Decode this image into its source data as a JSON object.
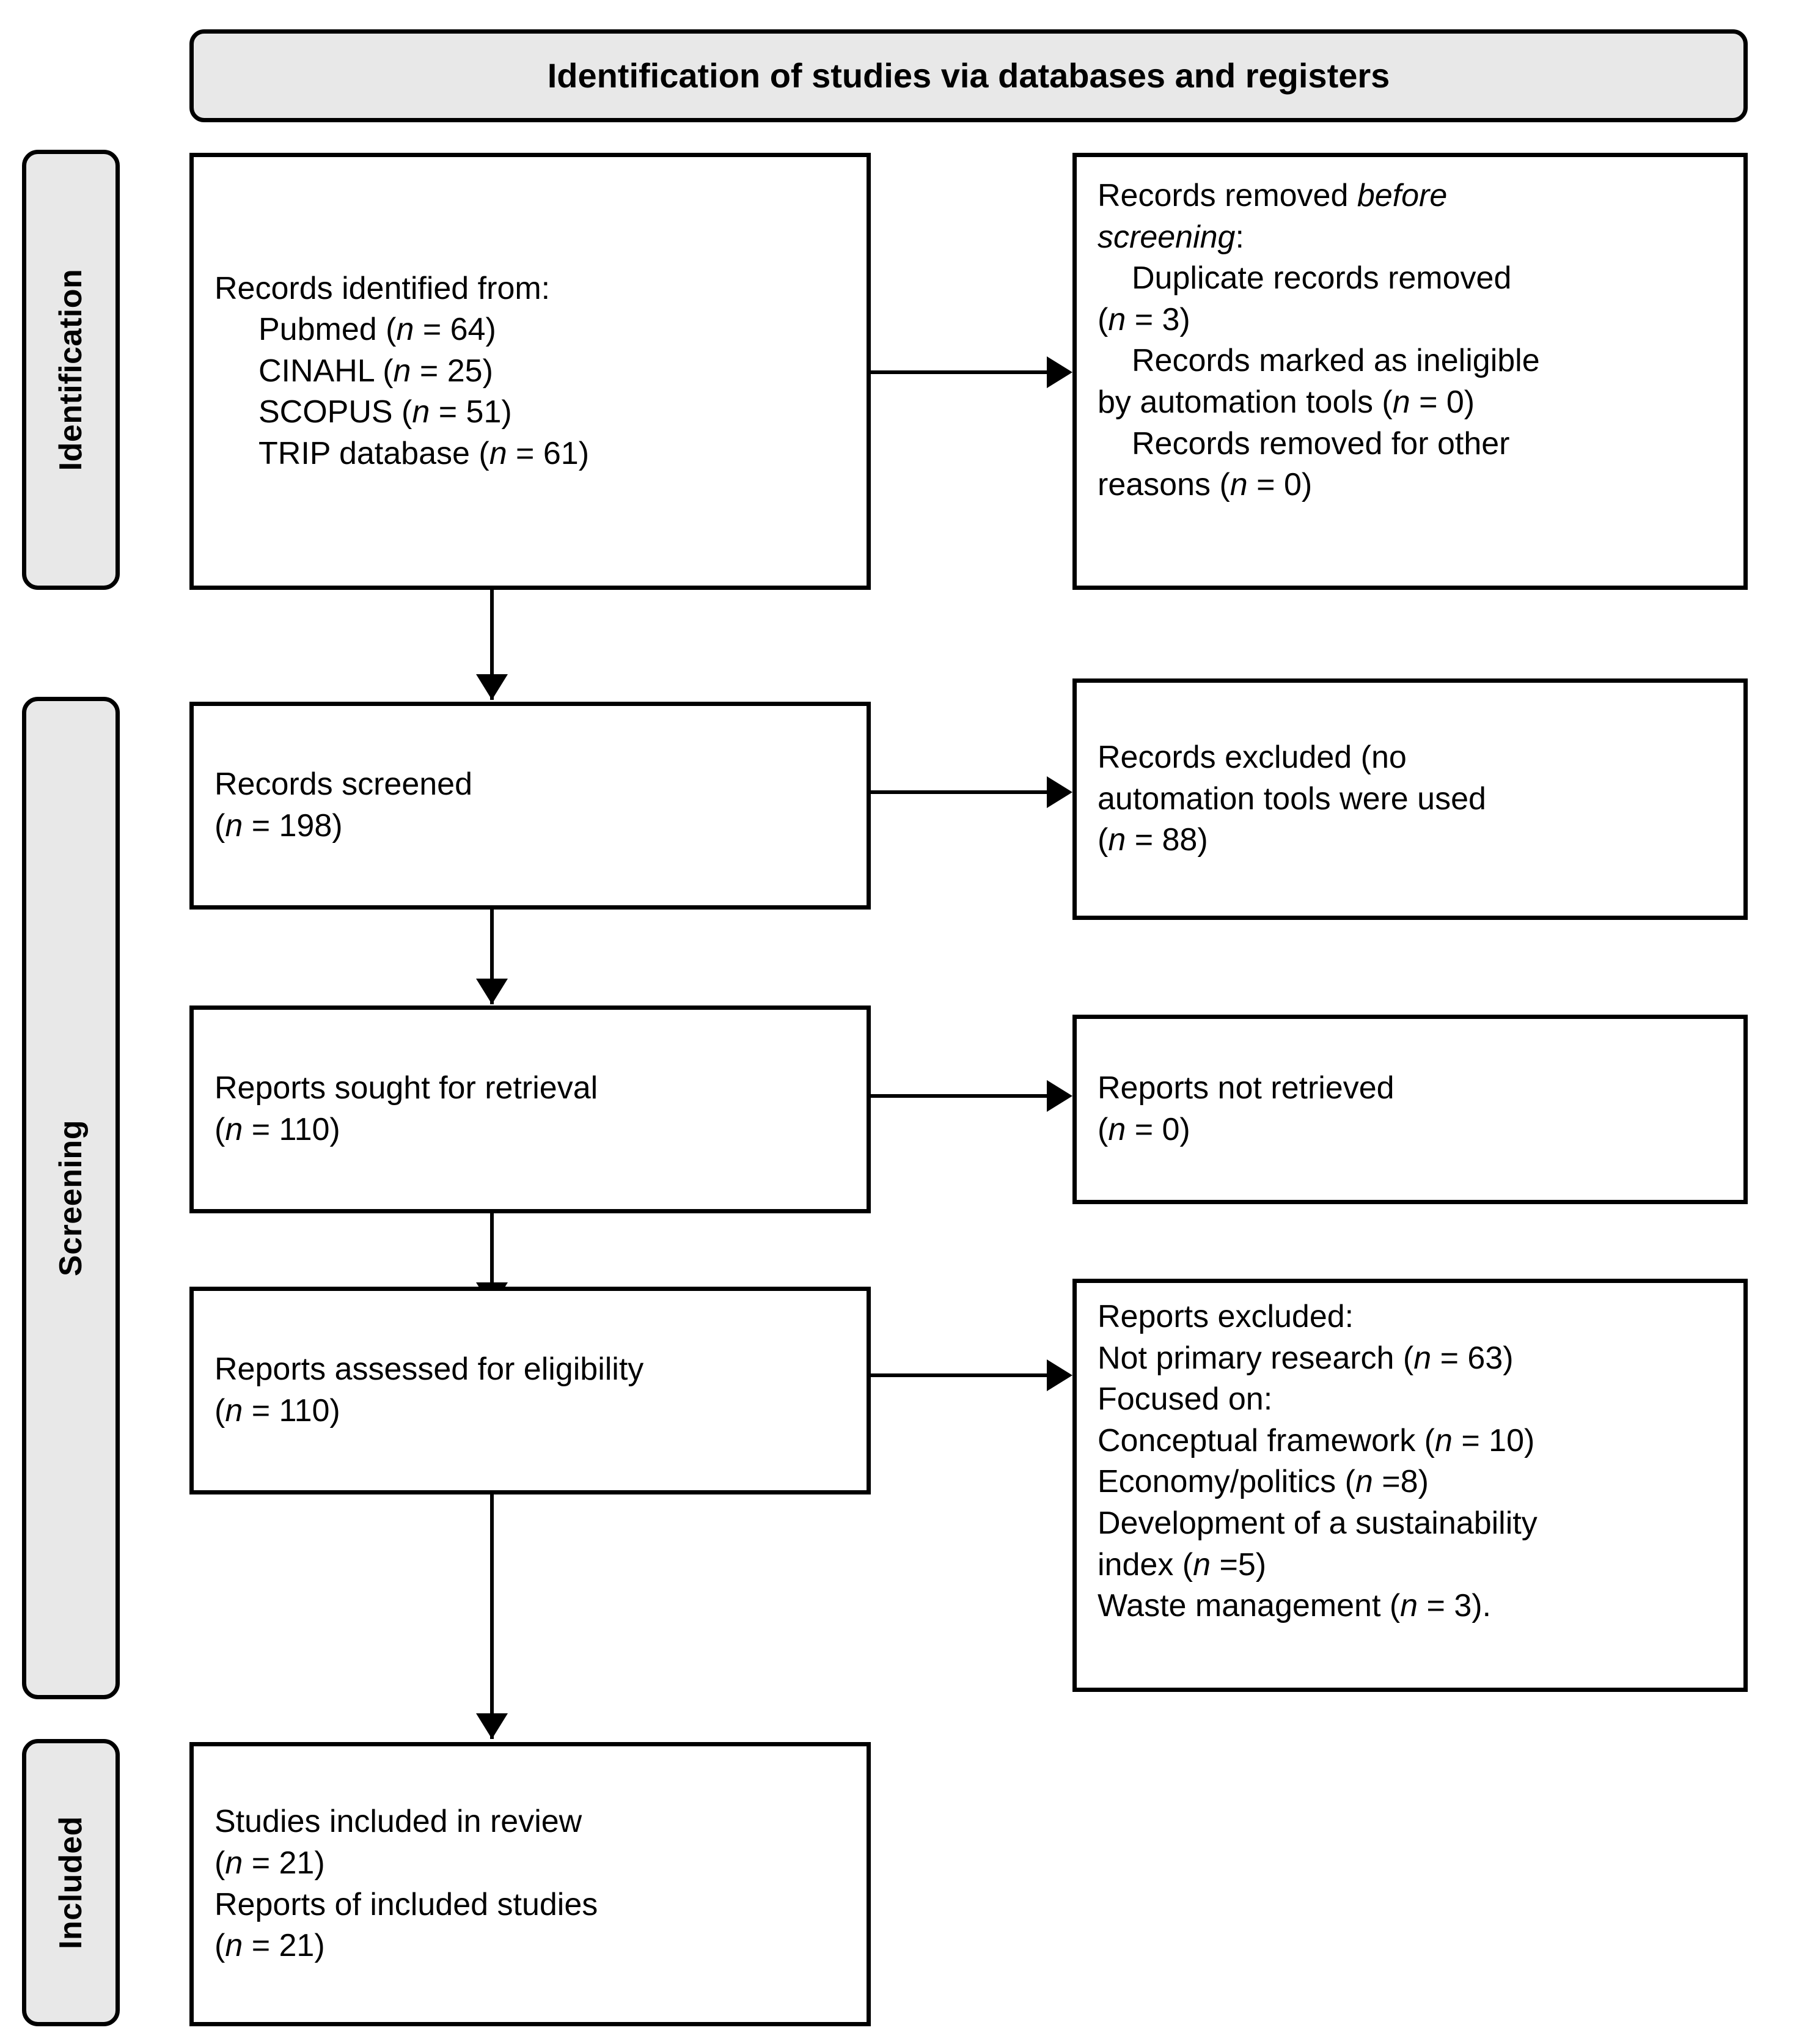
{
  "banner": {
    "title": "Identification of studies via databases and registers"
  },
  "phases": [
    {
      "id": "identification",
      "label": "Identification"
    },
    {
      "id": "screening",
      "label": "Screening"
    },
    {
      "id": "included",
      "label": "Included"
    }
  ],
  "boxes": {
    "records_identified": {
      "heading": "Records identified from:",
      "items": [
        {
          "label": "Pubmed (",
          "n_var": "n",
          "n_val": " = 64)"
        },
        {
          "label": "CINAHL (",
          "n_var": "n",
          "n_val": " = 25)"
        },
        {
          "label": "SCOPUS (",
          "n_var": "n",
          "n_val": " = 51)"
        },
        {
          "label": "TRIP database (",
          "n_var": "n",
          "n_val": " = 61)"
        }
      ]
    },
    "records_removed": {
      "heading_plain": "Records removed ",
      "heading_italic_1": "before",
      "heading_italic_2": "screening",
      "heading_colon": ":",
      "items": [
        {
          "l1": "Duplicate records removed",
          "l2_pre": "(",
          "l2_var": "n",
          "l2_post": " = 3)"
        },
        {
          "l1": "Records marked as ineligible",
          "l2_pre": "by automation tools (",
          "l2_var": "n",
          "l2_post": " = 0)"
        },
        {
          "l1": "Records removed for other",
          "l2_pre": "reasons (",
          "l2_var": "n",
          "l2_post": " = 0)"
        }
      ]
    },
    "records_screened": {
      "line1": "Records screened",
      "l2_pre": "(",
      "l2_var": "n",
      "l2_post": " = 198)"
    },
    "records_excluded": {
      "line1": "Records excluded (no",
      "line2": "automation tools were used",
      "l3_pre": "(",
      "l3_var": "n",
      "l3_post": " = 88)"
    },
    "reports_sought": {
      "line1": "Reports sought for retrieval",
      "l2_pre": "(",
      "l2_var": "n",
      "l2_post": " = 110)"
    },
    "reports_not_retrieved": {
      "line1": "Reports not retrieved",
      "l2_pre": "(",
      "l2_var": "n",
      "l2_post": " = 0)"
    },
    "reports_assessed": {
      "line1": "Reports assessed for eligibility",
      "l2_pre": "(",
      "l2_var": "n",
      "l2_post": " = 110)"
    },
    "reports_excluded": {
      "heading": "Reports excluded:",
      "r1_pre": " Not primary research (",
      "r1_var": "n",
      "r1_post": " = 63)",
      "focused": "Focused on:",
      "r2_pre": "Conceptual framework (",
      "r2_var": "n",
      "r2_post": " = 10)",
      "r3_pre": "Economy/politics (",
      "r3_var": "n",
      "r3_post": " =8)",
      "r4a": "Development of a sustainability",
      "r4_pre": "index (",
      "r4_var": "n",
      "r4_post": " =5)",
      "r5_pre": "Waste management (",
      "r5_var": "n",
      "r5_post": " = 3)."
    },
    "studies_included": {
      "line1": "Studies included in review",
      "l2_pre": "(",
      "l2_var": "n",
      "l2_post": " = 21)",
      "line3": "Reports of included studies",
      "l4_pre": "(",
      "l4_var": "n",
      "l4_post": " = 21)"
    }
  },
  "colors": {
    "phase_fill": "#e8e8e8",
    "banner_fill": "#e8e8e8",
    "box_fill": "#ffffff",
    "stroke": "#000000"
  }
}
